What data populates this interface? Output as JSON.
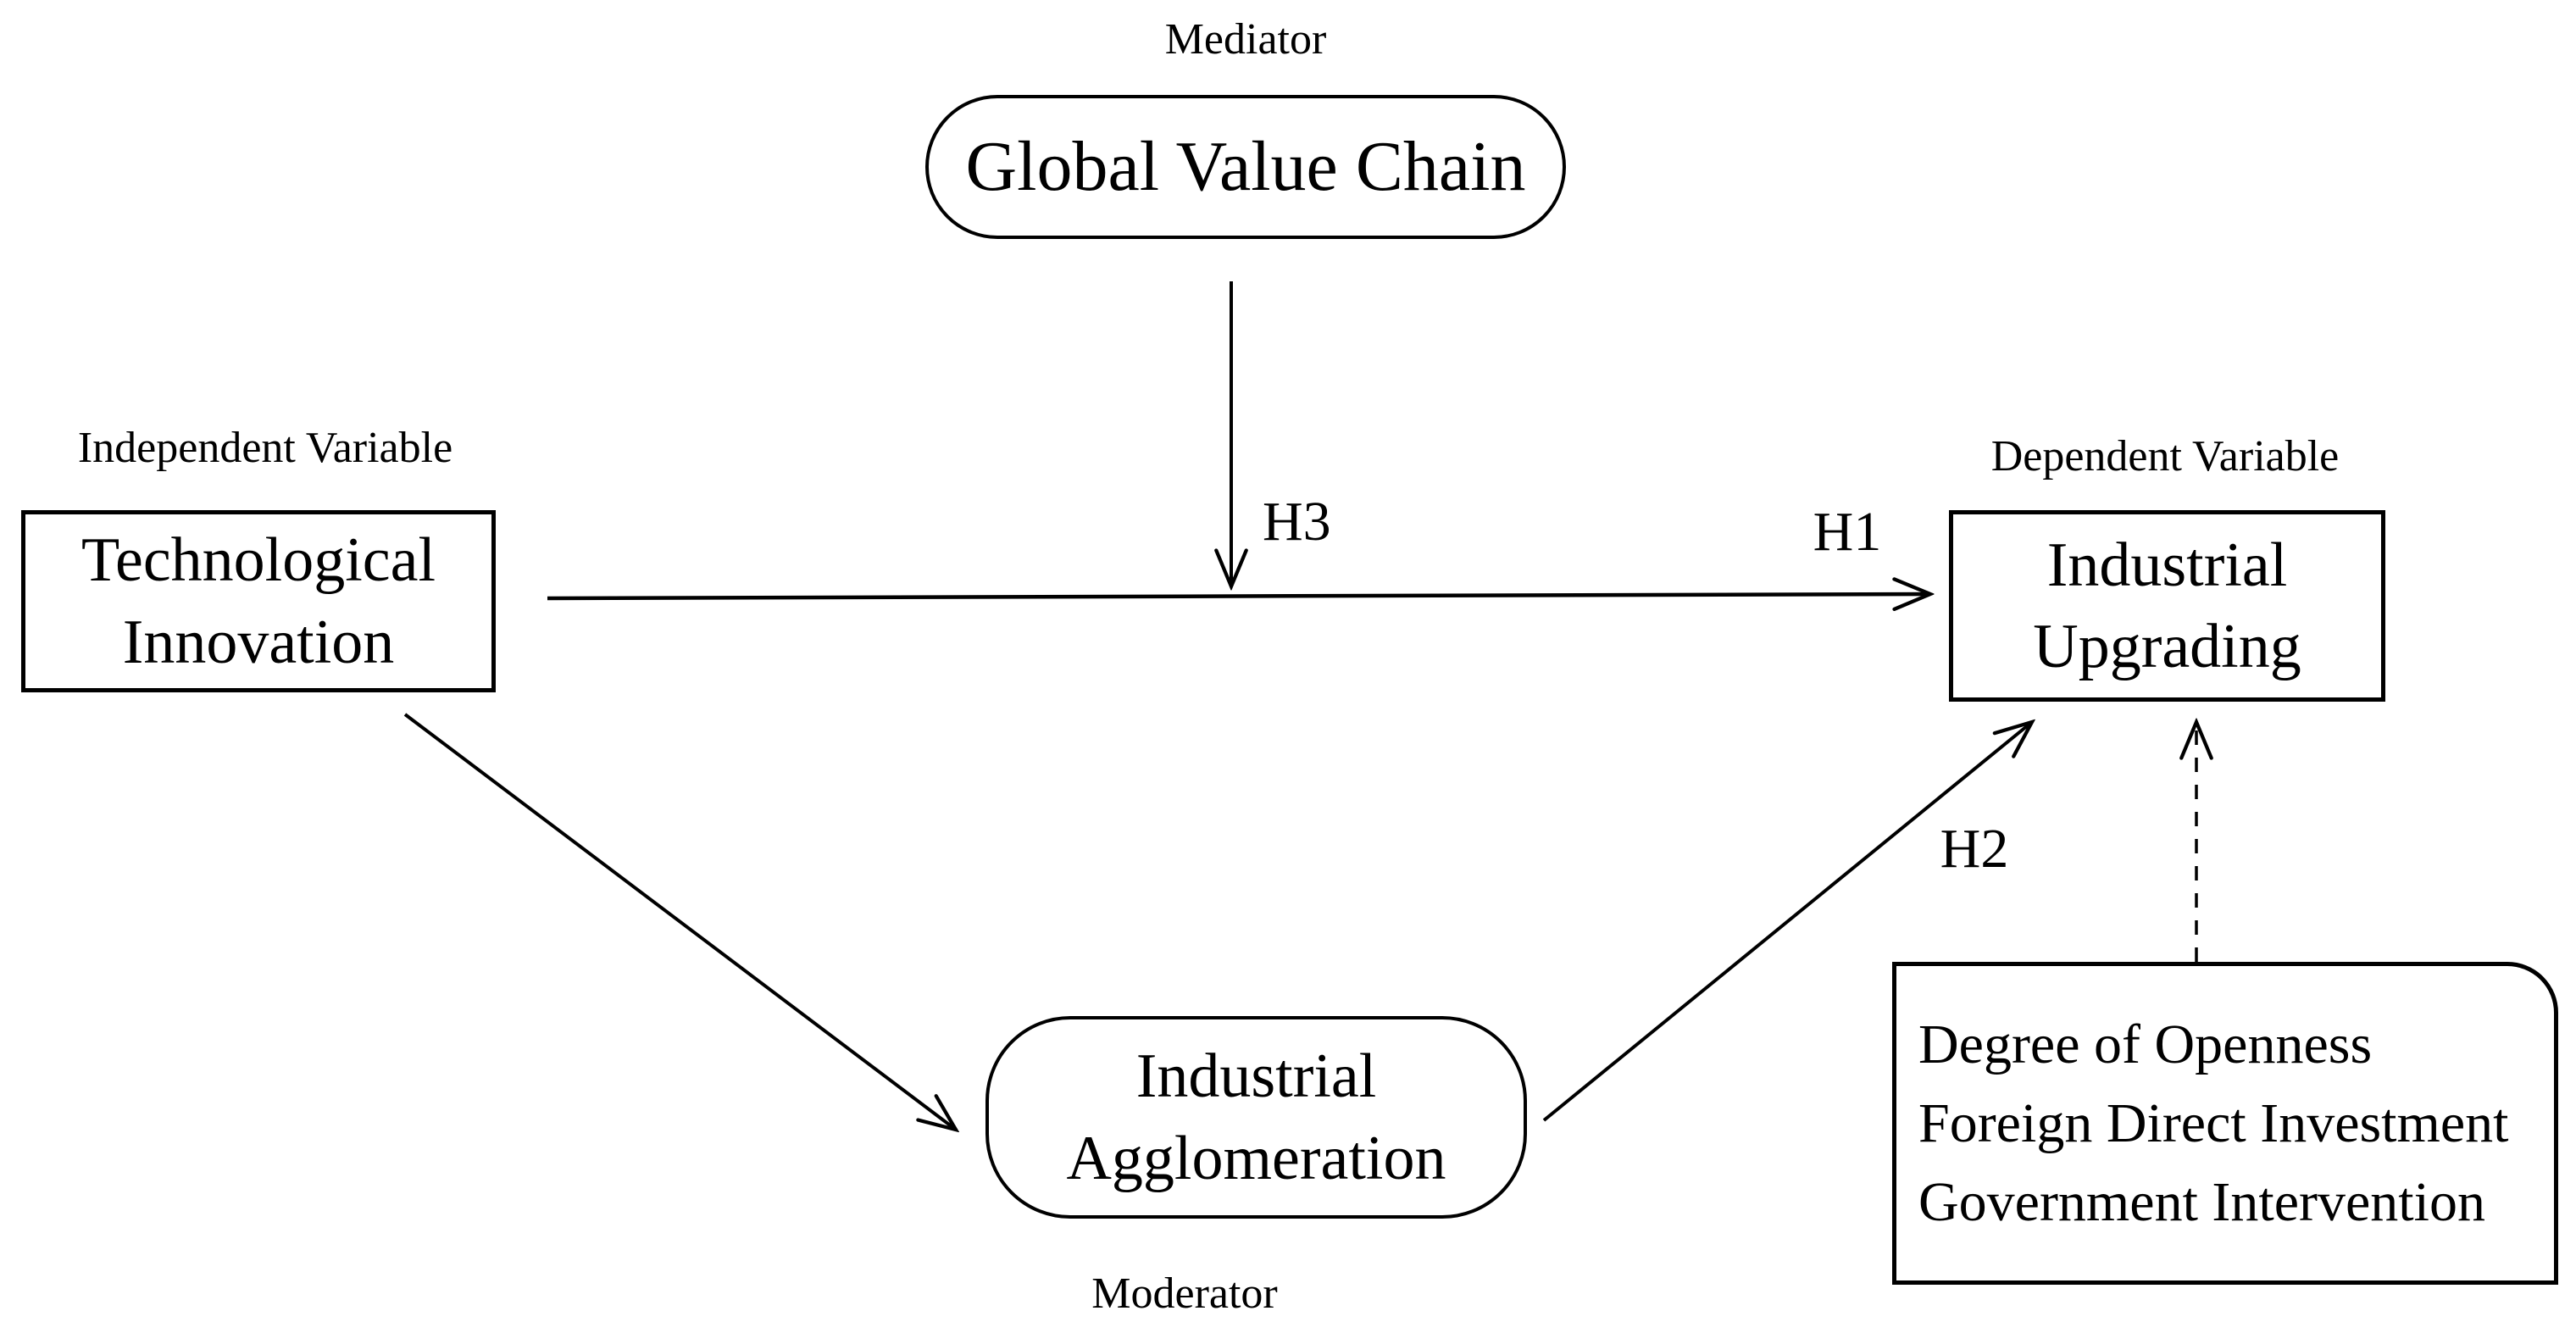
{
  "figure": {
    "background_color": "#ffffff",
    "line_color": "#000000",
    "role_labels": {
      "mediator": "Mediator",
      "independent_variable": "Independent Variable",
      "dependent_variable": "Dependent Variable",
      "moderator": "Moderator"
    },
    "hypotheses": {
      "h1": "H1",
      "h2": "H2",
      "h3": "H3"
    },
    "nodes": {
      "global_value_chain": "Global Value Chain",
      "technological_innovation": "Technological\nInnovation",
      "industrial_upgrading": "Industrial\nUpgrading",
      "industrial_agglomeration": "Industrial\nAgglomeration",
      "control_variables": {
        "lines": [
          "Degree of Openness",
          "Foreign Direct Investment",
          "Government Intervention"
        ]
      }
    },
    "relations": [
      "Technological Innovation -> Industrial Upgrading (H1, solid arrow)",
      "Industrial Agglomeration -> Industrial Upgrading (H2, solid arrow)",
      "Global Value Chain -> H1 path (H3, solid arrow)",
      "Technological Innovation -> Industrial Agglomeration (solid arrow)",
      "Control variables -> Industrial Upgrading (dashed arrow)"
    ]
  }
}
